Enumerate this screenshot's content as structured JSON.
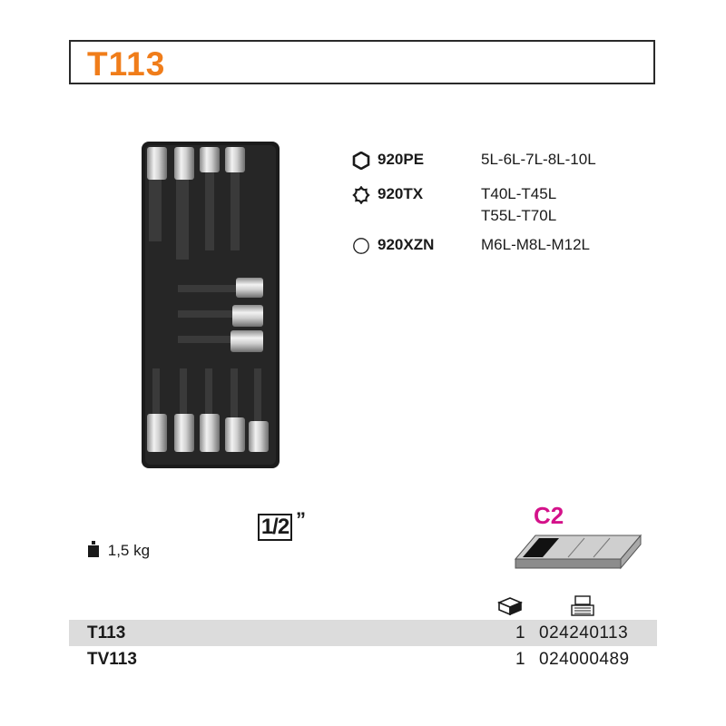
{
  "header": {
    "title": "T113"
  },
  "specs": [
    {
      "icon": "hexagon-icon",
      "code": "920PE",
      "values": [
        "5L-6L-7L-8L-10L"
      ]
    },
    {
      "icon": "torx-icon",
      "code": "920TX",
      "values": [
        "T40L-T45L",
        "T55L-T70L"
      ]
    },
    {
      "icon": "spline-icon",
      "code": "920XZN",
      "values": [
        "M6L-M8L-M12L"
      ]
    }
  ],
  "weight": {
    "icon": "weight-icon",
    "value": "1,5 kg"
  },
  "drive": {
    "size": "1/2",
    "unit_mark": "”"
  },
  "case": {
    "label": "C2",
    "label_color": "#d4128a"
  },
  "table": {
    "column_icons": [
      "package-icon",
      "cash-register-icon"
    ],
    "rows": [
      {
        "code": "T113",
        "qty": "1",
        "number": "024240113"
      },
      {
        "code": "TV113",
        "qty": "1",
        "number": "024000489"
      }
    ]
  },
  "colors": {
    "accent": "#f07d1a",
    "magenta": "#d4128a",
    "row_shade": "#dcdcdc"
  }
}
